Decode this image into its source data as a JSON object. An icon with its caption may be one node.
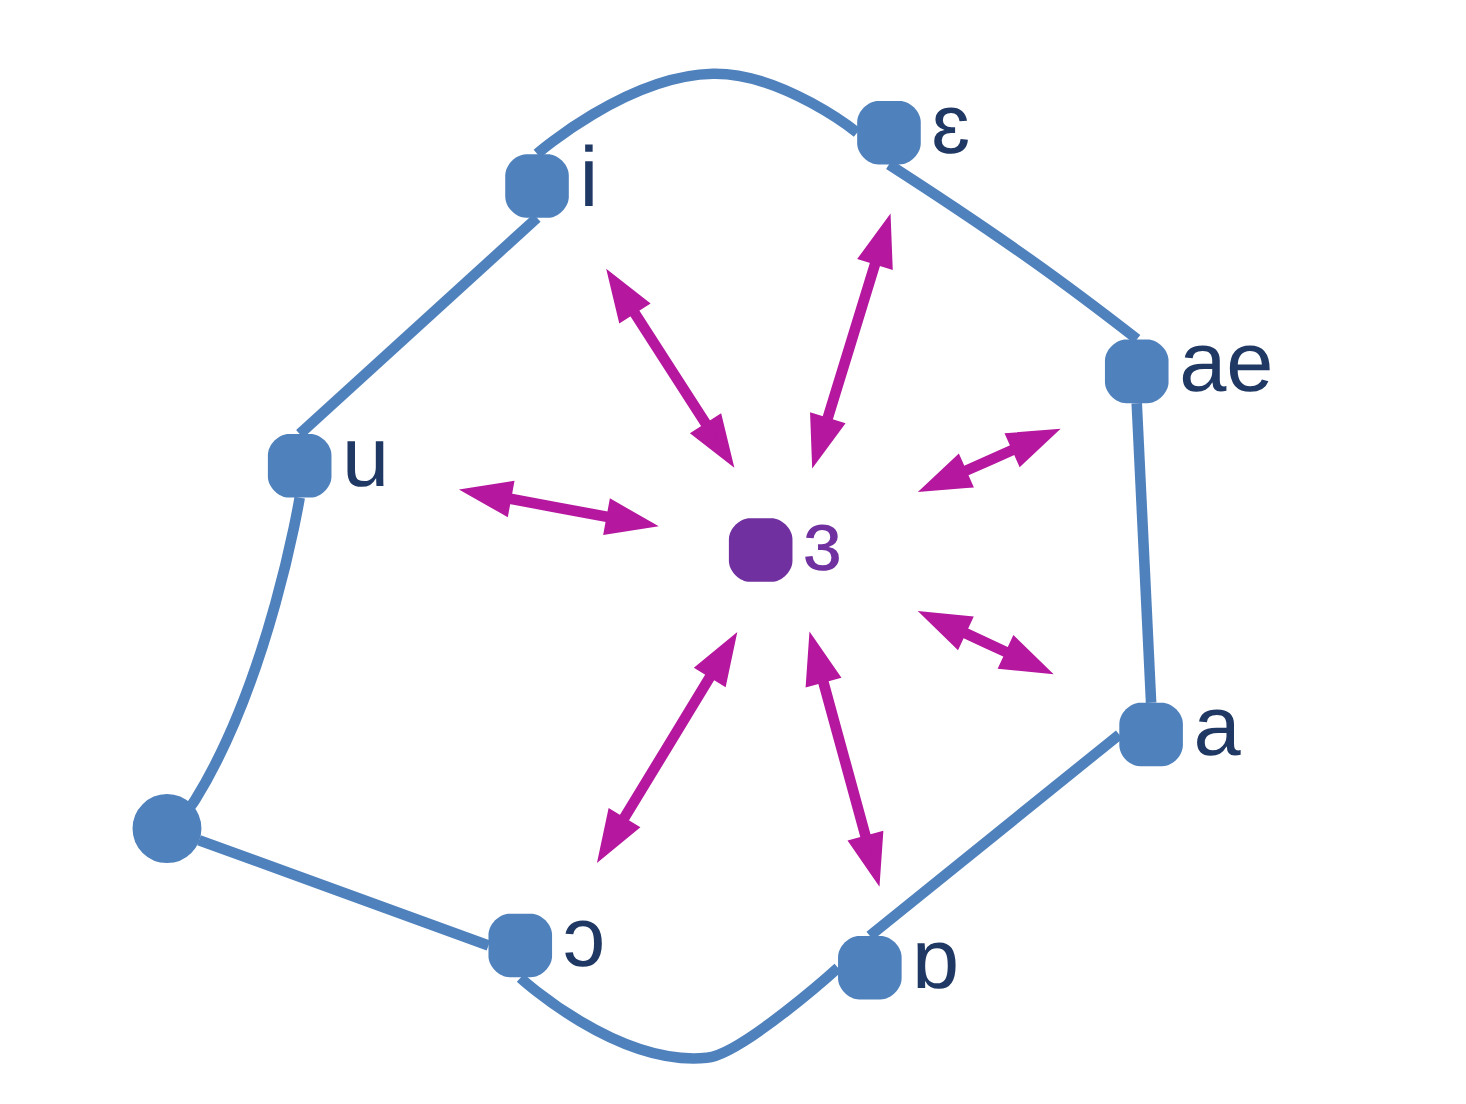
{
  "diagram": {
    "nodes": [
      {
        "text": [],
        "shape": "circle",
        "beside": [
          "i"
        ]
      },
      {
        "text": [],
        "shape": "circle",
        "beside": [
          "u"
        ]
      },
      {
        "text": [],
        "shape": "circle"
      },
      {
        "text": [],
        "shape": "circle",
        "beside": [
          "ɛ"
        ]
      },
      {
        "text": [],
        "shape": "circle",
        "beside": [
          "ɜ"
        ]
      },
      {
        "text": [],
        "shape": "circle",
        "beside": [
          "ɔ"
        ]
      },
      {
        "text": [],
        "shape": "circle",
        "beside": [
          "ɒ"
        ]
      },
      {
        "text": [],
        "shape": "circle",
        "beside": [
          "ae"
        ]
      },
      {
        "text": [],
        "shape": "circle",
        "beside": [
          "a"
        ]
      }
    ],
    "edges": [
      {
        "from": 0,
        "to": 1,
        "arrow": "none"
      },
      {
        "from": 1,
        "to": 2,
        "arrow": "none"
      },
      {
        "from": 2,
        "to": 5,
        "arrow": "none"
      },
      {
        "from": 5,
        "to": 6,
        "arrow": "none"
      },
      {
        "from": 6,
        "to": 8,
        "arrow": "none"
      },
      {
        "from": 8,
        "to": 7,
        "arrow": "none"
      },
      {
        "from": 7,
        "to": 3,
        "arrow": "none"
      },
      {
        "from": 3,
        "to": 0,
        "arrow": "none"
      },
      {
        "from": 4,
        "to": 0,
        "arrow": "both",
        "color": "#b5179e"
      },
      {
        "from": 4,
        "to": 1,
        "arrow": "both",
        "color": "#b5179e"
      },
      {
        "from": 4,
        "to": 3,
        "arrow": "both",
        "color": "#b5179e"
      },
      {
        "from": 4,
        "to": 5,
        "arrow": "both",
        "color": "#b5179e"
      },
      {
        "from": 4,
        "to": 6,
        "arrow": "both",
        "color": "#b5179e"
      },
      {
        "from": 4,
        "to": 7,
        "arrow": "both",
        "color": "#b5179e"
      },
      {
        "from": 4,
        "to": 8,
        "arrow": "both",
        "color": "#b5179e"
      }
    ]
  }
}
